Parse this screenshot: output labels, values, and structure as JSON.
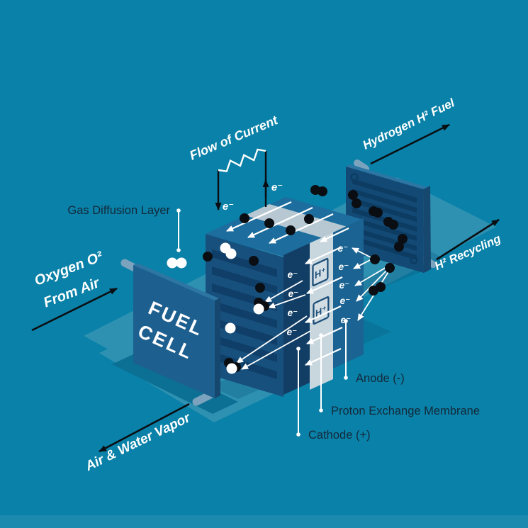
{
  "scene": {
    "labels": {
      "flow_of_current": "Flow of Current",
      "hydrogen_fuel": "Hydrogen H² Fuel",
      "h2_recycling": "H² Recycling",
      "oxygen_line1": "Oxygen O²",
      "oxygen_line2": "From Air",
      "air_water_vapor": "Air & Water Vapor",
      "gas_diffusion_layer": "Gas Diffusion Layer",
      "anode": "Anode (-)",
      "proton_exchange_membrane": "Proton Exchange Membrane",
      "cathode": "Cathode (+)",
      "fuel_cell_line1": "FUEL",
      "fuel_cell_line2": "CELL"
    },
    "symbols": {
      "electron": "e⁻",
      "proton": "H⁺"
    },
    "colors": {
      "background": "#0a81a8",
      "background_bottom": "#1b8aae",
      "backdrop": "#2e91b2",
      "shadow": "#0c7095",
      "end_plate_face": "#1d5f8f",
      "stack_top": "#1d6d9e",
      "cathode_ridge_face": "#174f7d",
      "cathode_front_face": "#123e66",
      "anode_face": "#1a6392",
      "membrane": "#c8d6de",
      "membrane_top": "#b7c8d2",
      "hydrogen_plate": "#134a75",
      "molecule_hydrogen": "#0a0e12",
      "molecule_oxygen": "#ffffff"
    }
  }
}
